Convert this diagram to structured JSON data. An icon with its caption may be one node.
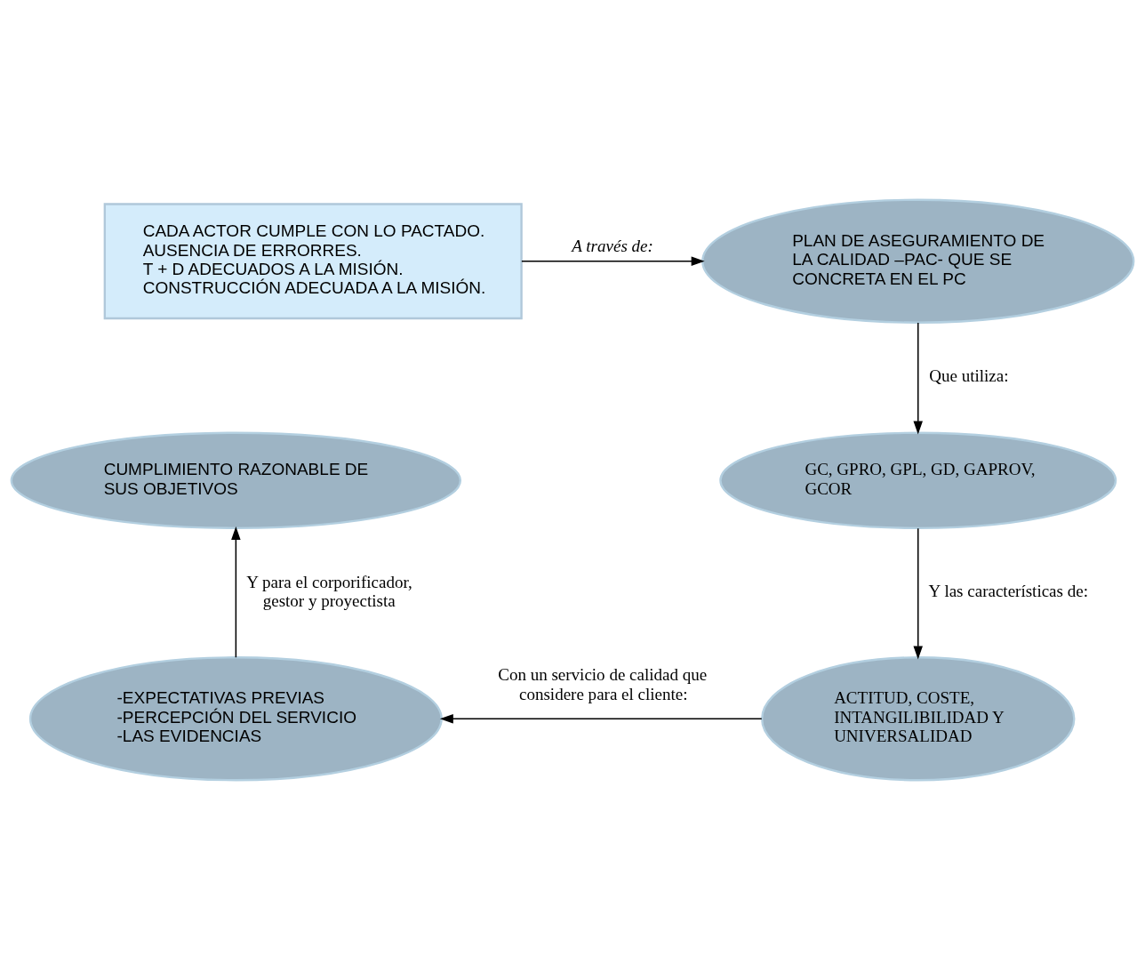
{
  "diagram": {
    "nodes": [
      {
        "text": [
          "CADA ACTOR CUMPLE CON LO PACTADO.",
          "AUSENCIA DE ERRORRES.",
          "T + D ADECUADOS A LA MISIÓN.",
          "CONSTRUCCIÓN ADECUADA A LA MISIÓN."
        ]
      },
      {
        "text": [
          "PLAN DE ASEGURAMIENTO DE LA CALIDAD –PAC- QUE SE CONCRETA EN EL PC"
        ]
      },
      {
        "text": [
          "GC, GPRO, GPL, GD, GAPROV, GCOR"
        ]
      },
      {
        "text": [
          "ACTITUD, COSTE, INTANGILIBILIDAD Y UNIVERSALIDAD"
        ]
      },
      {
        "text": [
          "-EXPECTATIVAS PREVIAS -PERCEPCIÓN DEL SERVICIO -LAS EVIDENCIAS"
        ]
      },
      {
        "text": [
          "CUMPLIMIENTO RAZONABLE DE SUS OBJETIVOS"
        ]
      }
    ],
    "edges": [
      {
        "from": 0,
        "to": 1,
        "arrow": "to",
        "label": "A través de:"
      },
      {
        "from": 1,
        "to": 2,
        "arrow": "to",
        "label": "Que utiliza:"
      },
      {
        "from": 2,
        "to": 3,
        "arrow": "to",
        "label": "Y las características de:"
      },
      {
        "from": 3,
        "to": 4,
        "arrow": "to",
        "label": "Con un servicio de calidad que considere para el cliente:"
      },
      {
        "from": 4,
        "to": 5,
        "arrow": "to",
        "label": "Y para el corporificador, gestor y proyectista"
      }
    ]
  }
}
